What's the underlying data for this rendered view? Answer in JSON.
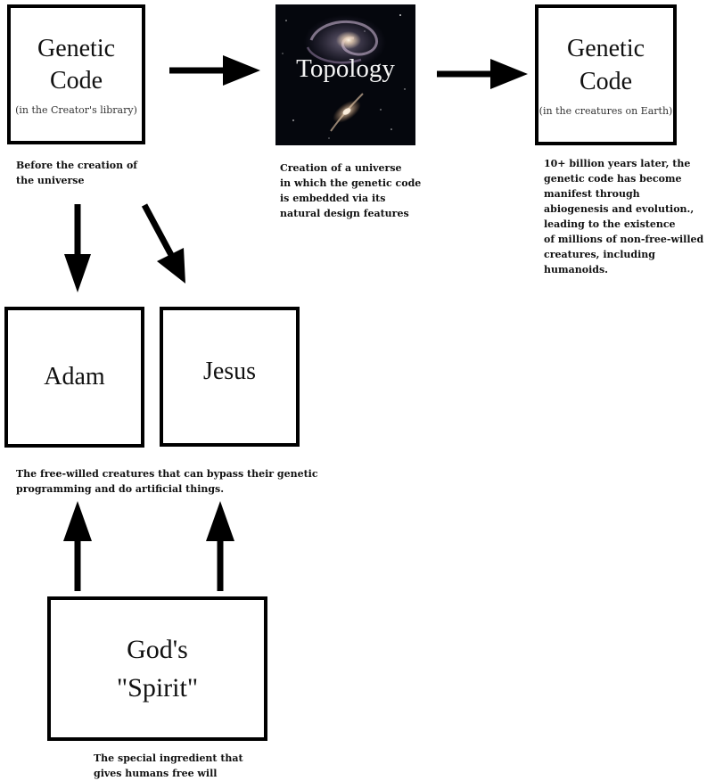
{
  "nodes": {
    "genetic_code_creator": {
      "title_line1": "Genetic",
      "title_line2": "Code",
      "subtitle": "(in the Creator's library)"
    },
    "topology": {
      "title": "Topology"
    },
    "genetic_code_earth": {
      "title_line1": "Genetic",
      "title_line2": "Code",
      "subtitle": "(in the creatures on Earth)"
    },
    "adam": {
      "title": "Adam"
    },
    "jesus": {
      "title": "Jesus"
    },
    "gods_spirit": {
      "title_line1": "God's",
      "title_line2": "\"Spirit\""
    }
  },
  "captions": {
    "before_creation": "Before the creation of\nthe universe",
    "creation_universe": "Creation of a universe\nin which the genetic code\nis embedded via its\nnatural design features",
    "ten_billion": "10+ billion years later, the\ngenetic code has become\nmanifest through\nabiogenesis and evolution.,\nleading to the existence\nof millions of non-free-willed\ncreatures, including humanoids.",
    "free_willed": "The free-willed creatures that can bypass their genetic\nprogramming and do artificial things.",
    "special_ingredient": "The special ingredient that\ngives humans free will"
  },
  "colors": {
    "ink": "#000000",
    "space": "#05070d",
    "galaxy_glow": "#f3d9b8"
  }
}
